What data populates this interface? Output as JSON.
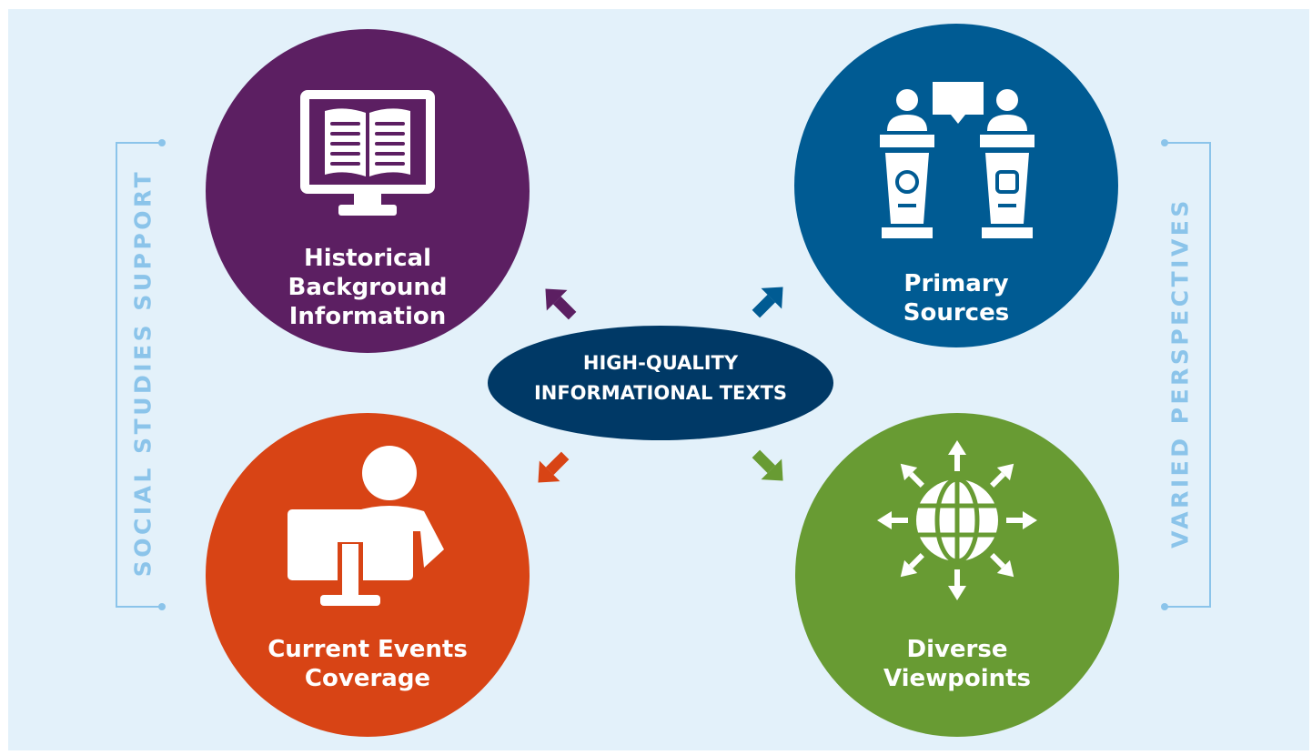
{
  "center": {
    "label": "HIGH-QUALITY\nINFORMATIONAL TEXTS"
  },
  "circles": {
    "historical": {
      "label": "Historical\nBackground\nInformation",
      "icon": "monitor-book-icon",
      "color": "#5c1f62"
    },
    "primary": {
      "label": "Primary\nSources",
      "icon": "podiums-speech-icon",
      "color": "#005b93"
    },
    "current": {
      "label": "Current Events\nCoverage",
      "icon": "person-computer-icon",
      "color": "#d84415"
    },
    "diverse": {
      "label": "Diverse\nViewpoints",
      "icon": "globe-arrows-icon",
      "color": "#689b33"
    }
  },
  "side_labels": {
    "left": "SOCIAL STUDIES SUPPORT",
    "right": "VARIED PERSPECTIVES",
    "color": "#8bc4ea"
  },
  "colors": {
    "background": "#e3f1fa",
    "center": "#003966"
  }
}
